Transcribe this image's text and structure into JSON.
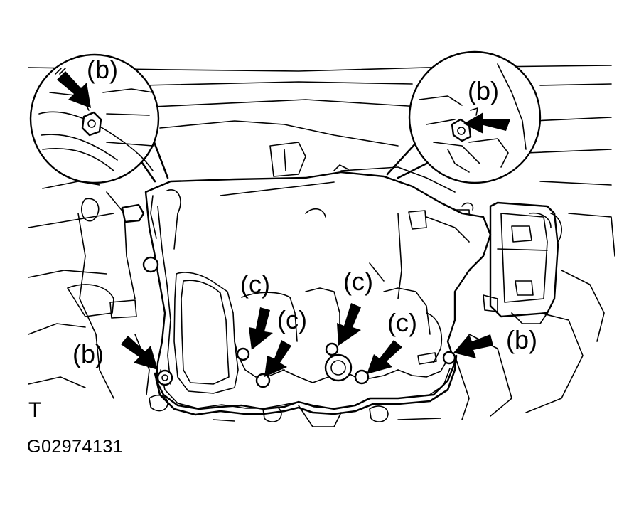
{
  "labels": {
    "b_top_left": "(b)",
    "b_top_right": "(b)",
    "b_left": "(b)",
    "b_right": "(b)",
    "c_1": "(c)",
    "c_2": "(c)",
    "c_3": "(c)",
    "c_4": "(c)",
    "view_mark": "T"
  },
  "figure_id": "G02974131"
}
